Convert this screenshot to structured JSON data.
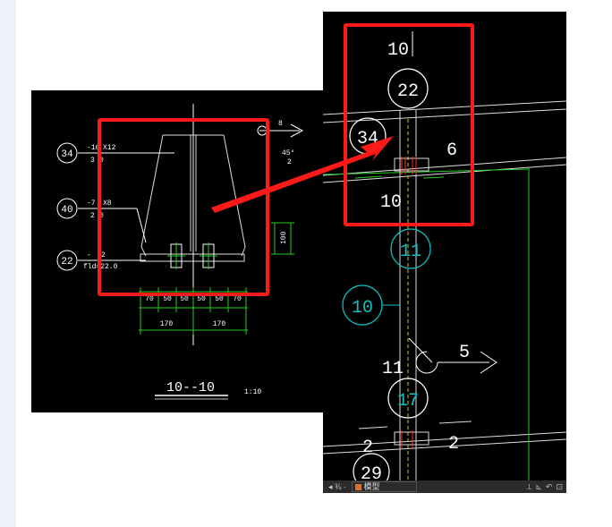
{
  "left_drawing": {
    "callouts": [
      "34",
      "40",
      "22"
    ],
    "spec_34": [
      "-16",
      "X12",
      "3",
      "0"
    ],
    "spec_40": [
      "-7",
      "X8",
      "2",
      "0"
    ],
    "spec_22": [
      "-",
      "2",
      "fld=22.0"
    ],
    "right_tag": "8",
    "weld_angle": "45°",
    "weld_size": "2",
    "dim_height": "100",
    "dim_segments": [
      "70",
      "50",
      "50",
      "50",
      "50",
      "70"
    ],
    "dim_totals": [
      "170",
      "170"
    ],
    "section_title": "10--10",
    "scale": "1:10"
  },
  "right_drawing": {
    "labels": {
      "top_10": "10",
      "circle_22": "22",
      "circle_34": "34",
      "label_6": "6",
      "mid_10": "10",
      "circle_11": "11",
      "circle_10": "10",
      "label_5": "5",
      "label_11": "11",
      "circle_17": "17",
      "label_2a": "2",
      "label_2b": "2",
      "circle_29": "29"
    }
  },
  "statusbar": {
    "left_text": "◂ ¾ ∙",
    "tab_label": "模型",
    "icons": [
      "⟂",
      "⊾",
      "↶",
      "⊡"
    ]
  },
  "colors": {
    "highlight": "#ff1a1a",
    "cad_white": "#ffffff",
    "cad_green": "#22cc22",
    "cad_cyan": "#10c0c0",
    "cad_yellow": "#e0c020",
    "cad_red": "#ff3030"
  }
}
